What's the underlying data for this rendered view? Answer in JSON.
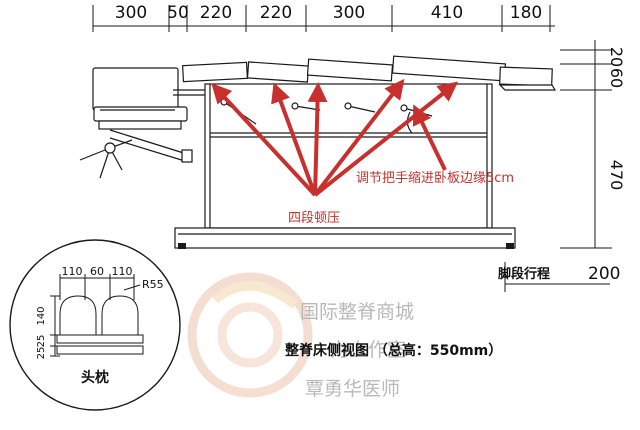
{
  "top_dimensions": [
    "300",
    "50",
    "220",
    "220",
    "300",
    "410",
    "180"
  ],
  "right_dimensions": [
    "20",
    "60",
    "470"
  ],
  "annotations": {
    "handle_note": "调节把手缩进卧板边缘5cm",
    "four_stage": "四段顿压",
    "foot_travel_label": "脚段行程",
    "foot_travel_value": "200",
    "caption": "整脊床侧视图 （总高：550mm）"
  },
  "headrest": {
    "label": "头枕",
    "top_dims": [
      "110",
      "60",
      "110"
    ],
    "radius": "R55",
    "left_dims": [
      "140",
      "25",
      "25"
    ]
  },
  "watermark": {
    "line1": "国际整脊商城",
    "line2": "力上作室",
    "line3": "覃勇华医师"
  },
  "colors": {
    "line": "#1a1a1a",
    "arrow": "#c8302e",
    "watermark": "#b9b9b9"
  }
}
